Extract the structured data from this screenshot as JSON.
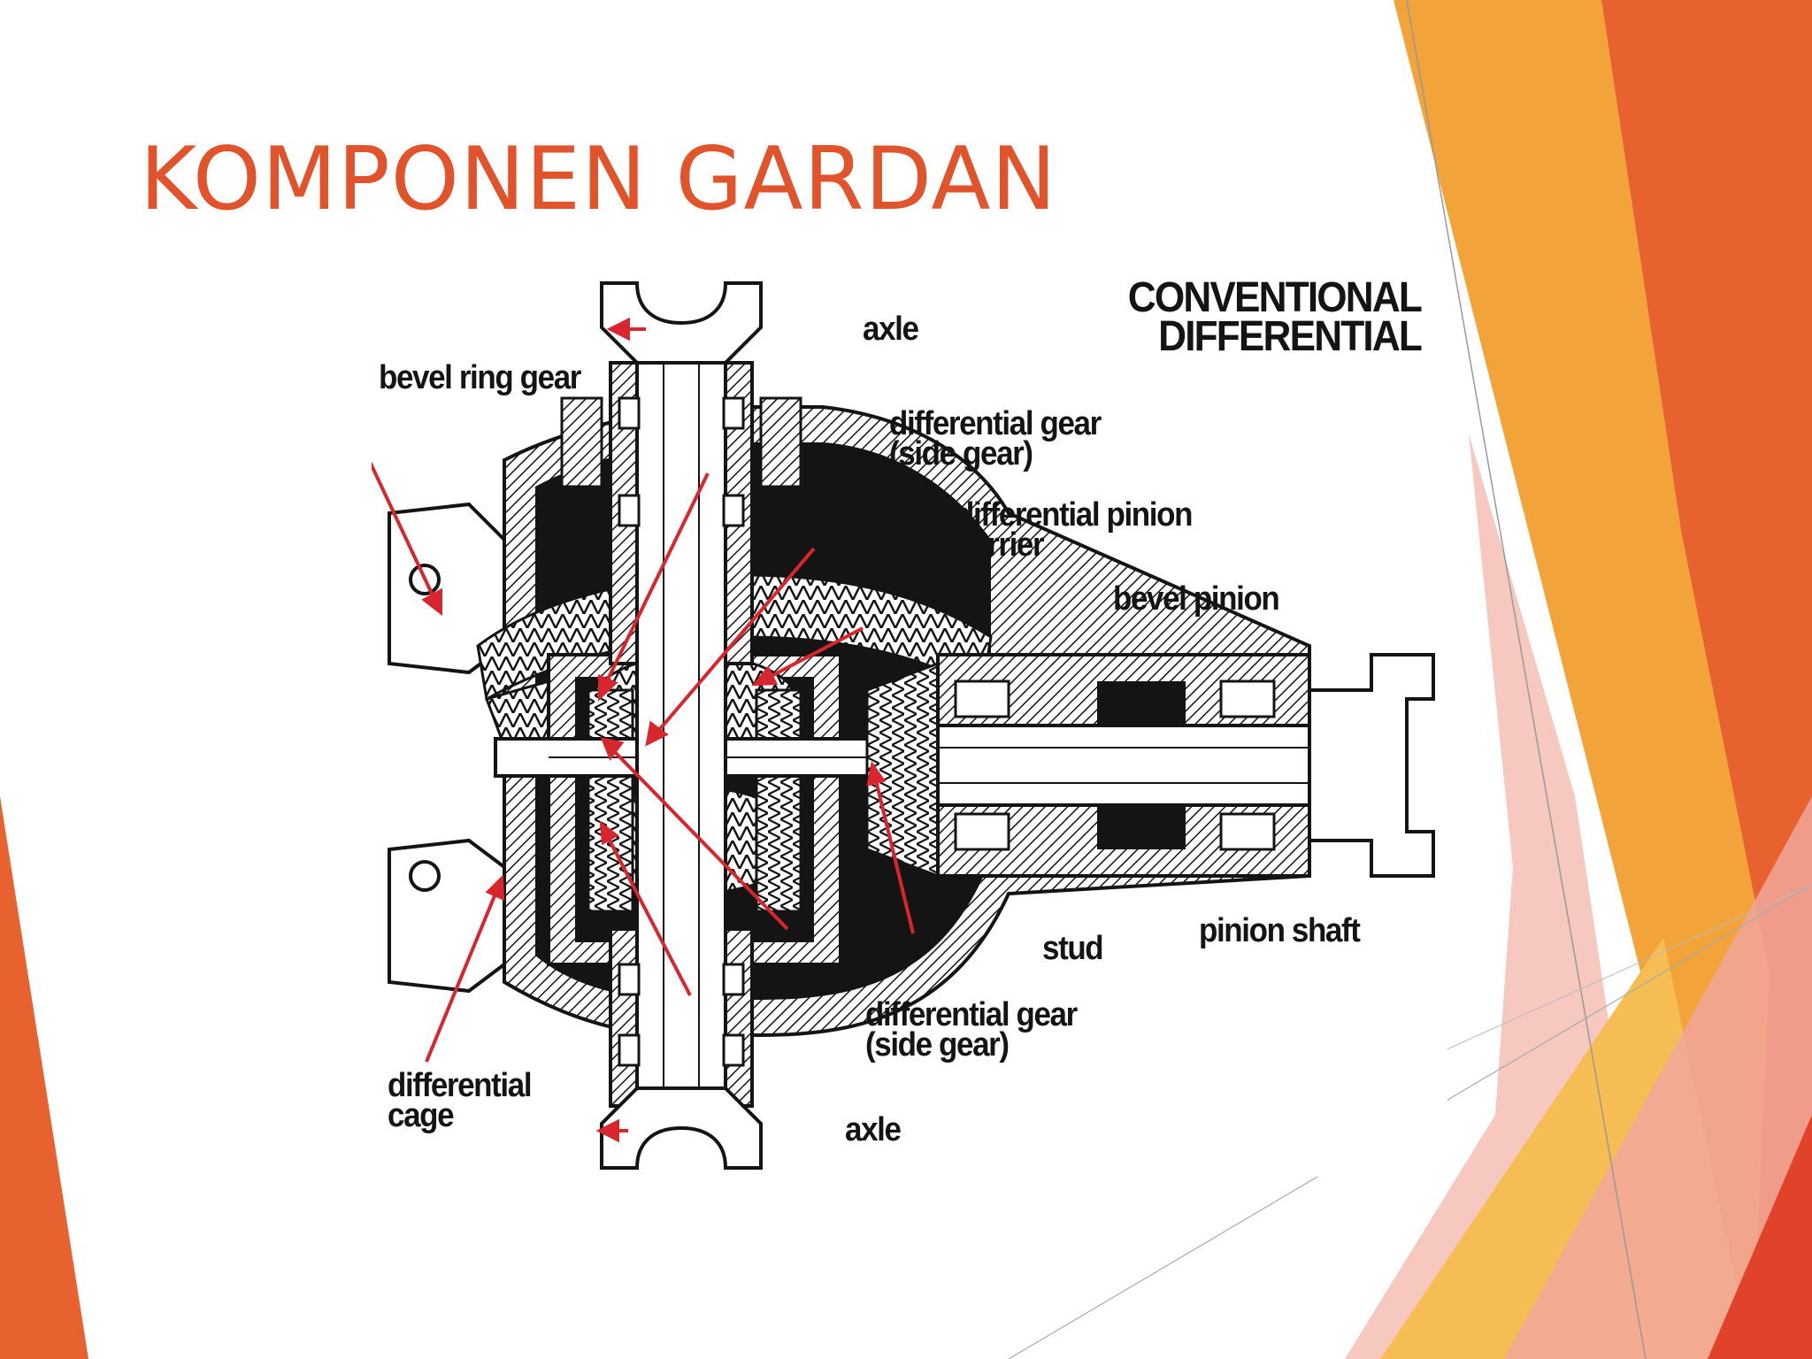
{
  "slide": {
    "title": "KOMPONEN GARDAN",
    "title_color": "#E1532B"
  },
  "figure": {
    "heading": "CONVENTIONAL\nDIFFERENTIAL",
    "labels": {
      "axle_top": "axle",
      "bevel_ring_gear": "bevel ring gear",
      "differential_gear_top": "differential gear\n(side gear)",
      "differential_pinion_carrier": "differential pinion\ncarrier",
      "bevel_pinion": "bevel pinion",
      "stud": "stud",
      "pinion_shaft": "pinion shaft",
      "differential_gear_bottom": "differential gear\n(side gear)",
      "differential_cage": "differential\ncage",
      "axle_bottom": "axle"
    },
    "leader_color": "#D7262E",
    "ink_color": "#141414"
  },
  "theme": {
    "accent_orange": "#E8622F",
    "accent_amber": "#F2A33A",
    "accent_yellow": "#F7BD55",
    "accent_pink": "#F1A79B",
    "accent_red": "#E0432A"
  }
}
